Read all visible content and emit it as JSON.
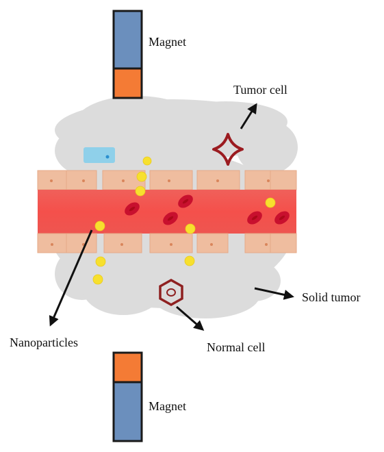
{
  "labels": {
    "magnet_top": "Magnet",
    "tumor_cell": "Tumor cell",
    "solid_tumor": "Solid tumor",
    "nanoparticles": "Nanoparticles",
    "normal_cell": "Normal cell",
    "magnet_bottom": "Magnet"
  },
  "colors": {
    "magnet_blue": "#6b8fbd",
    "magnet_orange": "#f47b35",
    "magnet_outline": "#1a1a1a",
    "tumor_gray": "#d9d9d9",
    "endothelial": "#efbd9f",
    "endothelial_nucleus": "#d9855b",
    "blood_red": "#f4504b",
    "rbc": "#c8102e",
    "nanoparticle": "#f7e02e",
    "tumor_cell": "#9b1b20",
    "normal_cell": "#8e2020",
    "small_cell": "#8fd0ea",
    "arrow": "#111111"
  },
  "icons": [
    "magnet-icon",
    "tumor-cell-icon",
    "normal-cell-icon",
    "nanoparticle-icon",
    "red-blood-cell-icon"
  ]
}
